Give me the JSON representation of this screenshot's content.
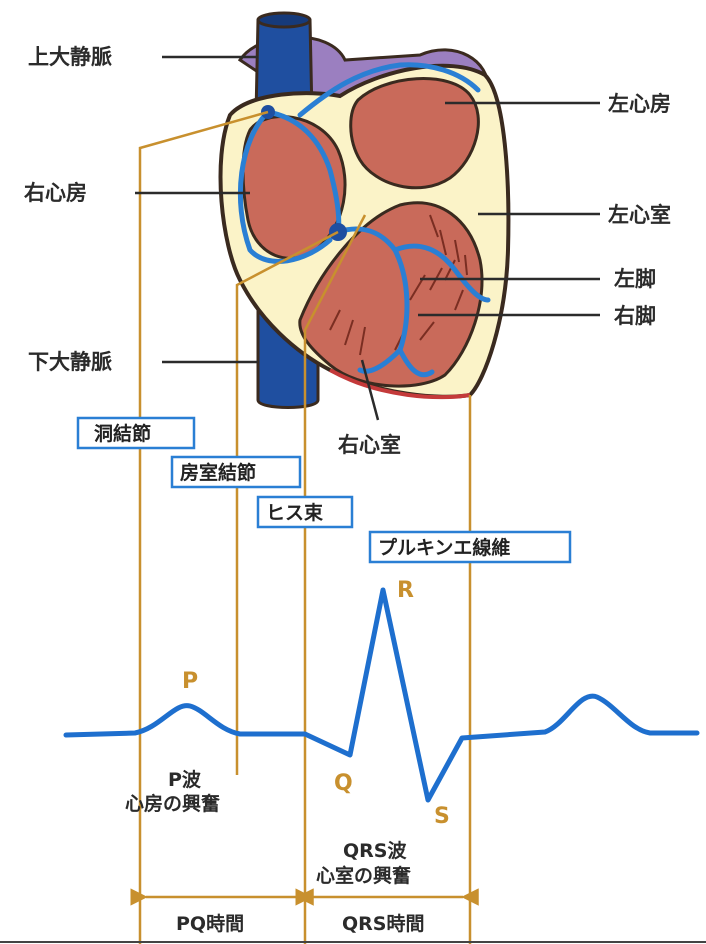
{
  "colors": {
    "outline": "#3a2a1f",
    "wall": "#fbf3c8",
    "chamber": "#c96a5a",
    "muscle": "#b0503e",
    "vein": "#1f4fa0",
    "conduction": "#2a7fd4",
    "guide": "#c8902e",
    "aorta": "#9b7fc0",
    "ecg": "#1e6fce"
  },
  "heart_labels": {
    "svc": "上大静脈",
    "ra": "右心房",
    "ivc": "下大静脈",
    "la": "左心房",
    "lv": "左心室",
    "lbb": "左脚",
    "rbb": "右脚",
    "rv": "右心室"
  },
  "conduction_labels": {
    "sa_node": "洞結節",
    "av_node": "房室結節",
    "his": "ヒス束",
    "purkinje": "プルキンエ線維"
  },
  "ecg": {
    "p": "P",
    "q": "Q",
    "r": "R",
    "s": "S",
    "p_caption_1": "P波",
    "p_caption_2": "心房の興奮",
    "qrs_caption_1": "QRS波",
    "qrs_caption_2": "心室の興奮",
    "pq_interval": "PQ時間",
    "qrs_interval": "QRS時間"
  }
}
